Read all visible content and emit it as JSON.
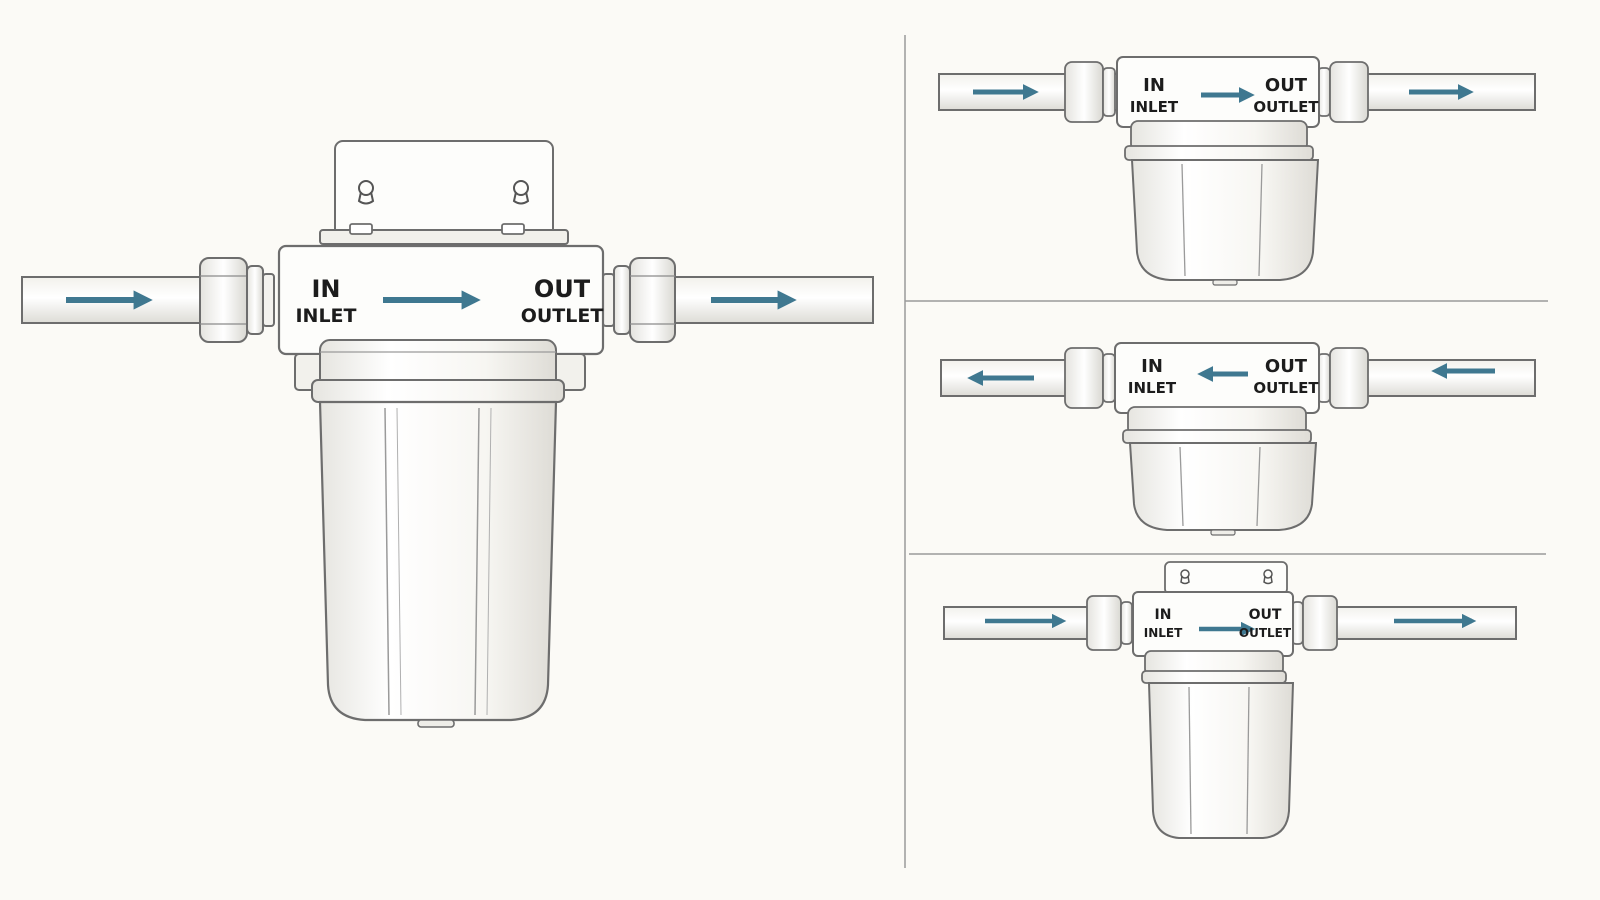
{
  "colors": {
    "background": "#fbfaf6",
    "outline": "#6d6d6d",
    "fill": "#fdfdfb",
    "shade": "#e9e8e3",
    "flow_arrow": "#3f7890",
    "divider": "#9a9a9a"
  },
  "figures": [
    {
      "name": "main-filter",
      "flow": "left-to-right",
      "mounting_bracket": true,
      "in_label": "IN",
      "inlet_label": "INLET",
      "out_label": "OUT",
      "outlet_label": "OUTLET"
    },
    {
      "name": "variant-top",
      "flow": "left-to-right",
      "mounting_bracket": false,
      "in_label": "IN",
      "inlet_label": "INLET",
      "out_label": "OUT",
      "outlet_label": "OUTLET"
    },
    {
      "name": "variant-middle",
      "flow": "right-to-left",
      "mounting_bracket": false,
      "in_label": "IN",
      "inlet_label": "INLET",
      "out_label": "OUT",
      "outlet_label": "OUTLET"
    },
    {
      "name": "variant-bottom",
      "flow": "left-to-right",
      "mounting_bracket": true,
      "in_label": "IN",
      "inlet_label": "INLET",
      "out_label": "OUT",
      "outlet_label": "OUTLET"
    }
  ]
}
